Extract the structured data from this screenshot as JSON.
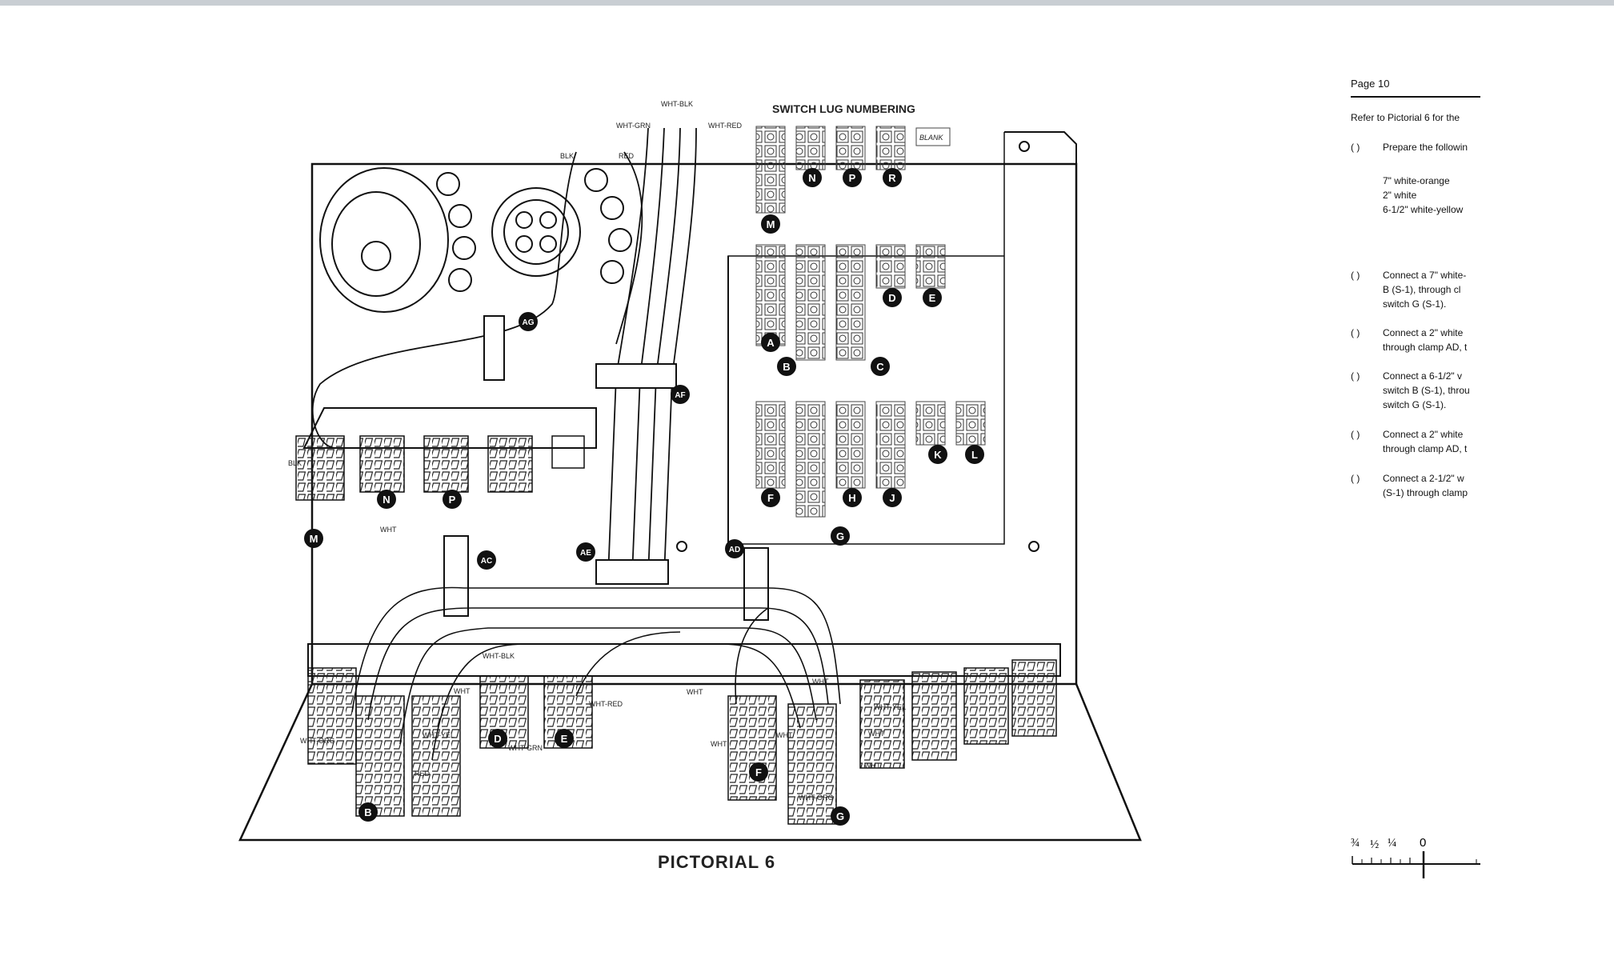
{
  "figure": {
    "caption": "PICTORIAL 6",
    "lug_numbering_title": "SWITCH LUG NUMBERING",
    "blank_label": "BLANK",
    "switch_letters": [
      "N",
      "P",
      "R",
      "M",
      "D",
      "E",
      "A",
      "B",
      "C",
      "F",
      "G",
      "H",
      "J",
      "K",
      "L"
    ],
    "clamp_labels": [
      "AG",
      "AF",
      "AC",
      "AE",
      "AD"
    ],
    "wire_labels": {
      "wht_blk": "WHT-BLK",
      "wht_grn": "WHT-GRN",
      "wht_red": "WHT-RED",
      "blk": "BLK",
      "red": "RED",
      "wht": "WHT",
      "wht_org": "WHT-ORG",
      "wht_yel": "WHT-YEL"
    }
  },
  "sidebar": {
    "page_header": "Page 10",
    "intro": "Refer to Pictorial 6 for the",
    "checkbox": "(   )",
    "steps": [
      {
        "lines": [
          "Prepare the followin"
        ]
      },
      {
        "lines": [
          "Connect a 7\" white-",
          "B (S-1), through cl",
          "switch G (S-1)."
        ]
      },
      {
        "lines": [
          "Connect a 2\" white",
          "through clamp AD, t"
        ]
      },
      {
        "lines": [
          "Connect a 6-1/2\" v",
          "switch B (S-1), throu",
          "switch G (S-1)."
        ]
      },
      {
        "lines": [
          "Connect a 2\" white",
          "through clamp AD, t"
        ]
      },
      {
        "lines": [
          "Connect a 2-1/2\" w",
          "(S-1) through clamp"
        ]
      }
    ],
    "wires_list": [
      "7\" white-orange",
      "2\" white",
      "6-1/2\" white-yellow"
    ],
    "scale_labels": [
      "¾",
      "½",
      "¼",
      "0"
    ]
  }
}
